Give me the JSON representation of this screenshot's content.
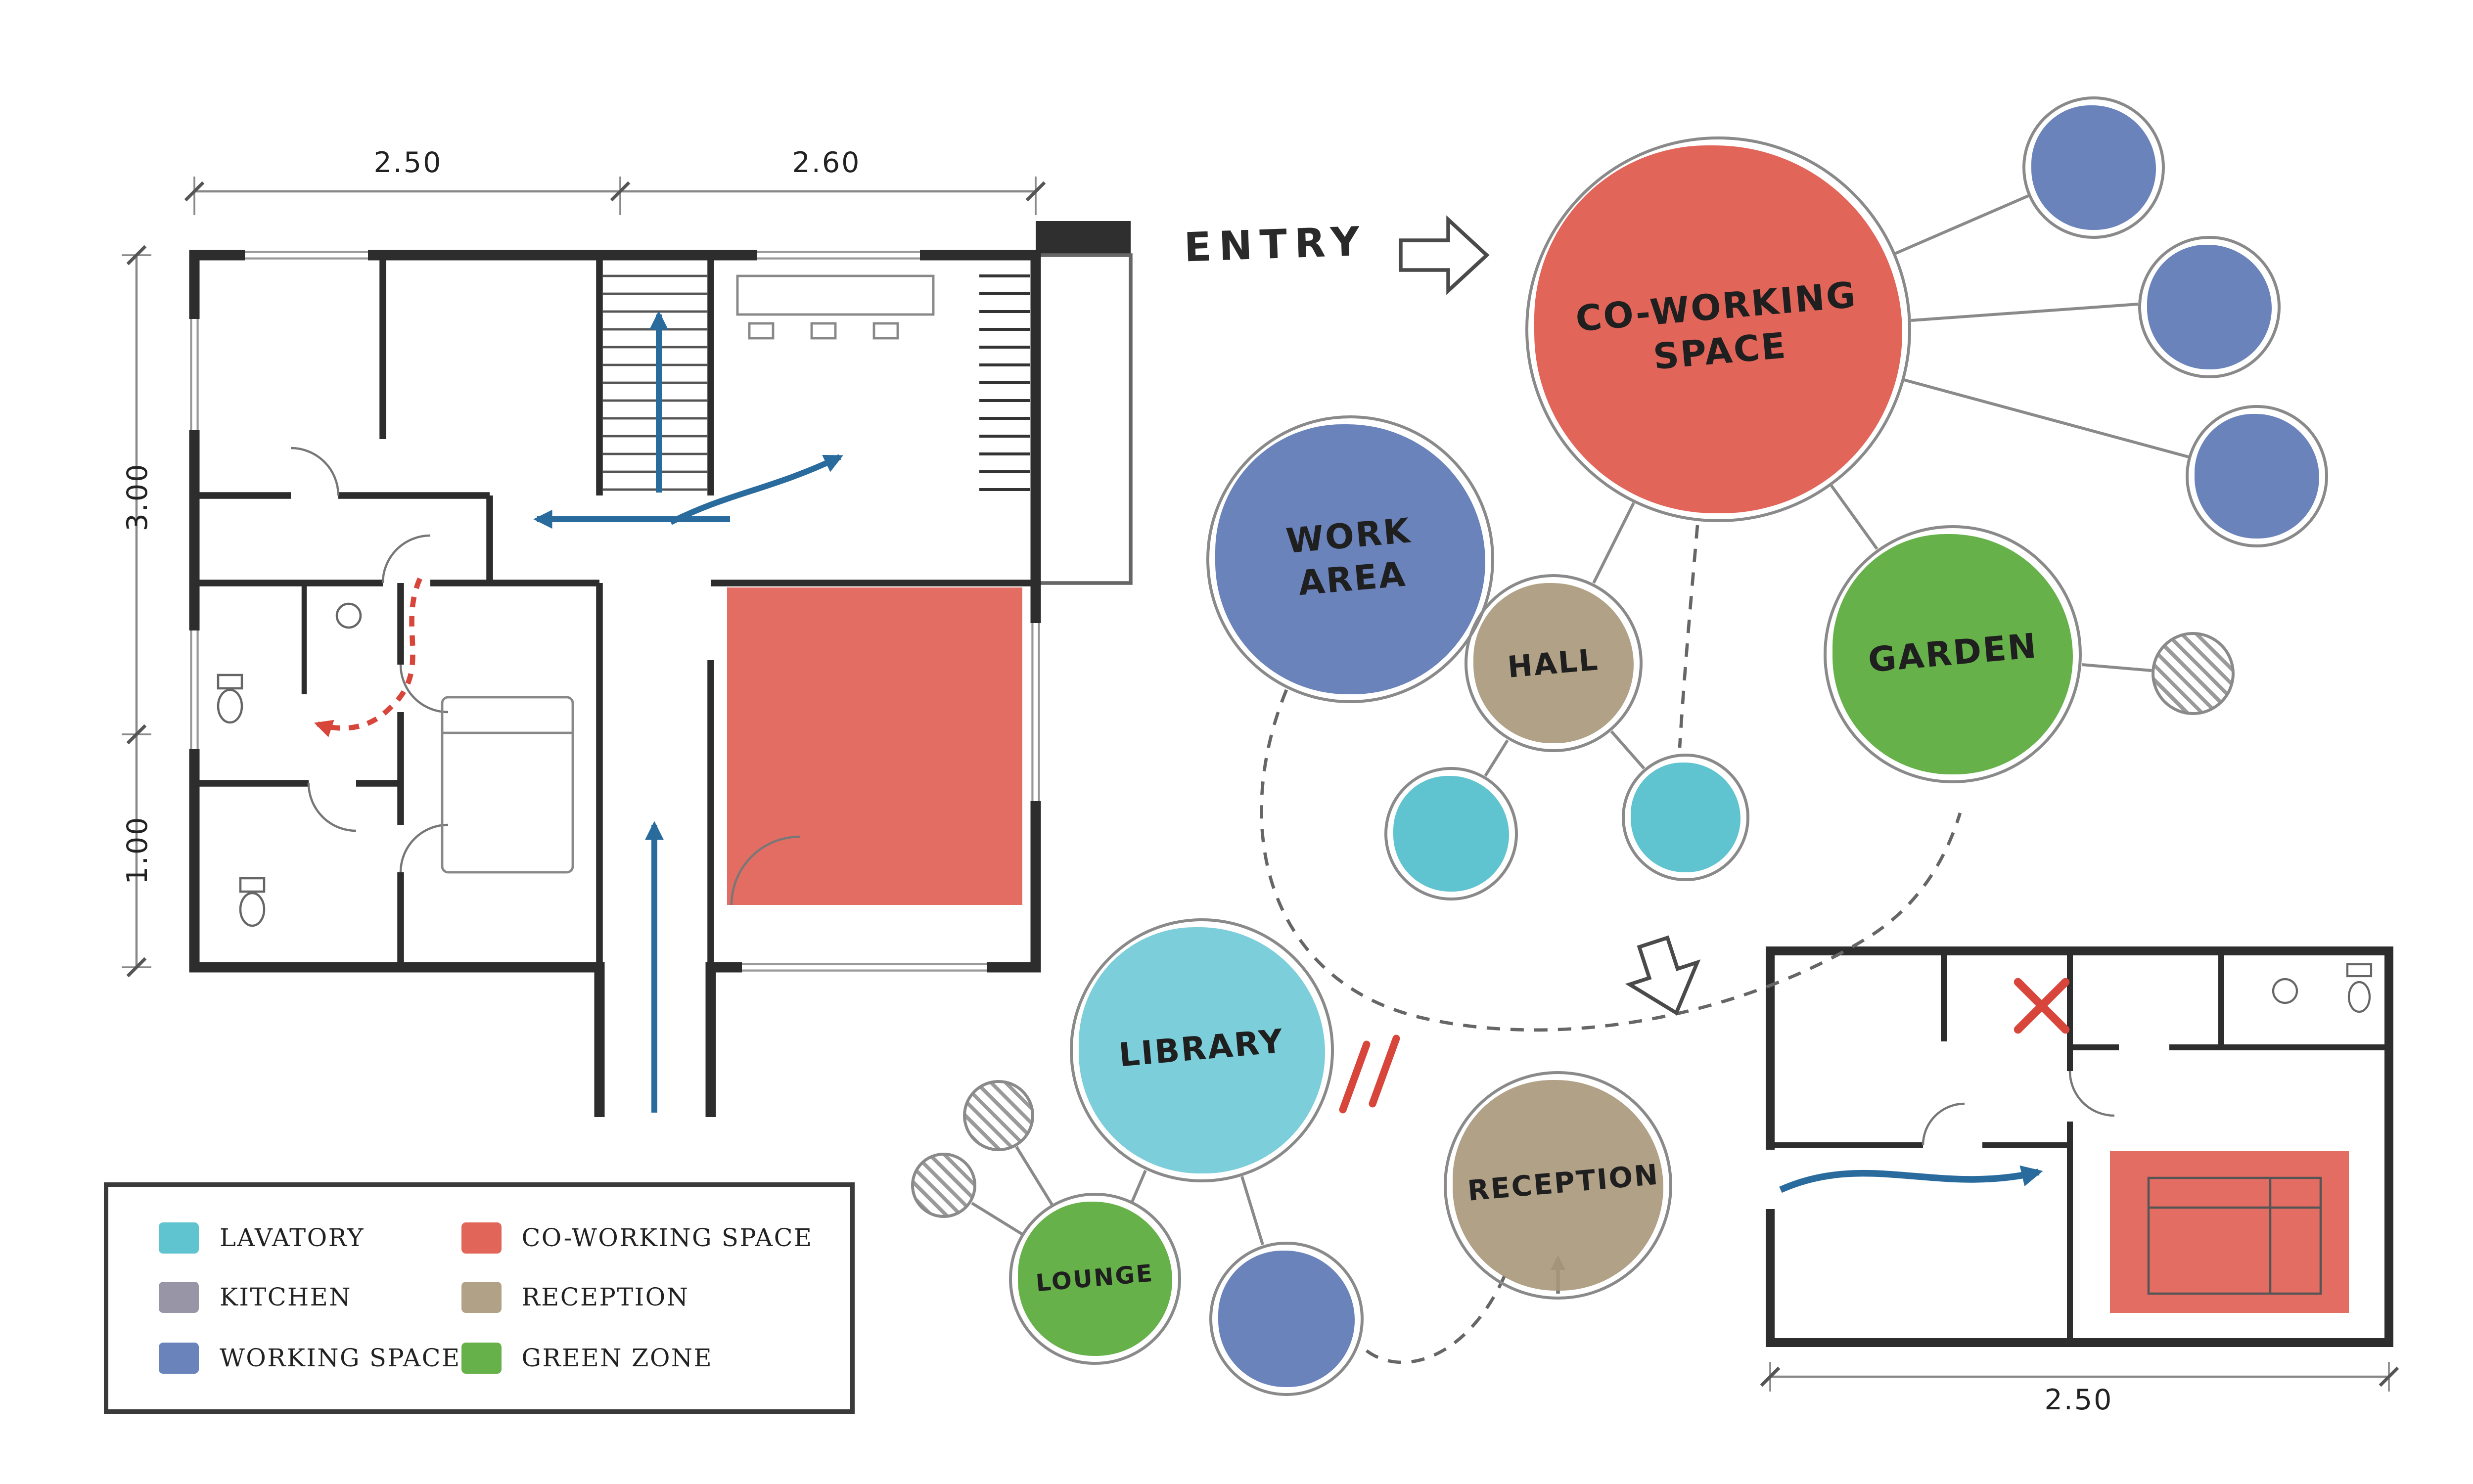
{
  "palette": {
    "co_working_red": "#df5448",
    "working_blue": "#5b76b4",
    "lavatory_teal": "#4fbccb",
    "library_teal": "#6ec9d6",
    "green_zone": "#57a937",
    "reception_tan": "#a8977a",
    "kitchen_gray": "#8d8b9c",
    "circulation_blue": "#2a6b9e",
    "alert_red": "#d8453b",
    "wall_ink": "#2d2d2d",
    "sketch_gray": "#8a8a8a"
  },
  "entry": {
    "label": "ENTRY"
  },
  "bubbles": {
    "co_working": {
      "label": "CO-WORKING SPACE"
    },
    "work_area": {
      "label": "WORK AREA"
    },
    "hall": {
      "label": "HALL"
    },
    "garden": {
      "label": "GARDEN"
    },
    "library": {
      "label": "LIBRARY"
    },
    "lounge": {
      "label": "LOUNGE"
    },
    "reception": {
      "label": "RECEPTION"
    }
  },
  "dimensions": {
    "main_top_left": "2.50",
    "main_top_right": "2.60",
    "main_side_upper": "3.00",
    "main_side_lower": "1.00",
    "small_bottom": "2.50"
  },
  "legend": {
    "items": [
      {
        "label": "LAVATORY",
        "color": "#4fbccb"
      },
      {
        "label": "KITCHEN",
        "color": "#8d8b9c"
      },
      {
        "label": "WORKING SPACE",
        "color": "#5b76b4"
      },
      {
        "label": "CO-WORKING SPACE",
        "color": "#df5448"
      },
      {
        "label": "RECEPTION",
        "color": "#a8977a"
      },
      {
        "label": "GREEN ZONE",
        "color": "#57a937"
      }
    ]
  }
}
